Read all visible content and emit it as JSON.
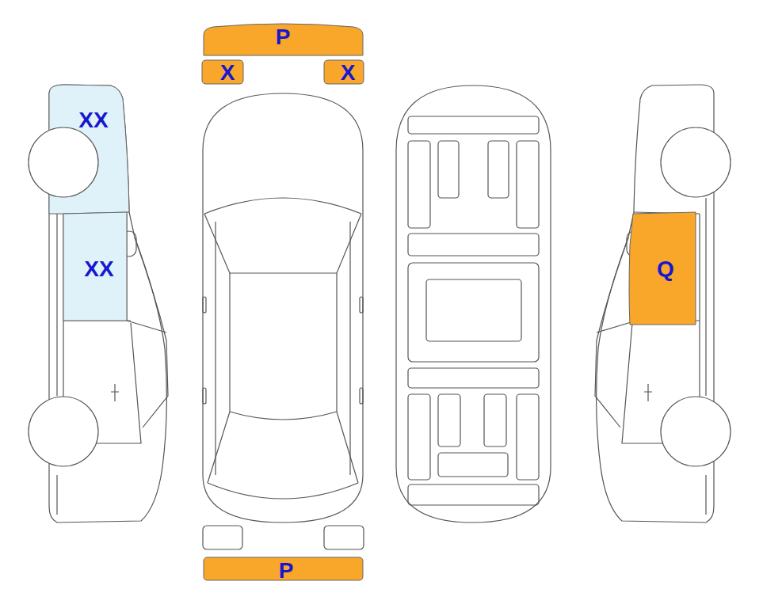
{
  "diagram": {
    "nodes": [
      {
        "text": [
          "P"
        ]
      },
      {
        "text": [
          "X"
        ]
      },
      {
        "text": [
          "X"
        ]
      },
      {
        "text": [
          "XX"
        ]
      },
      {
        "text": [
          "XX"
        ]
      },
      {
        "text": [
          "Q"
        ]
      },
      {
        "text": [
          "P"
        ]
      }
    ]
  }
}
